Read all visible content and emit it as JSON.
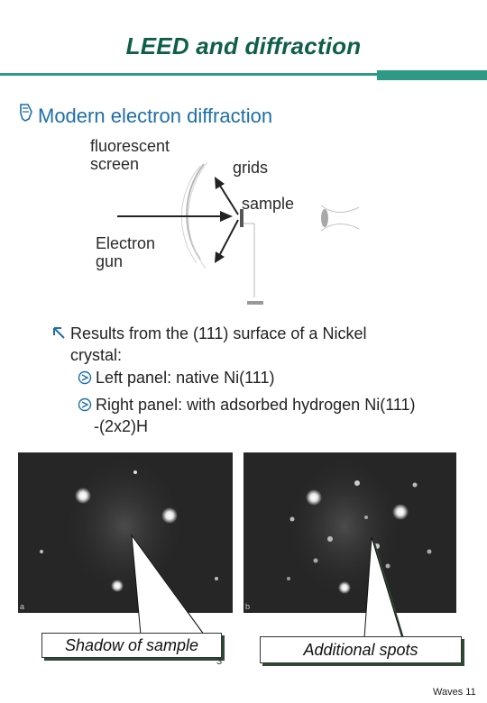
{
  "slide": {
    "title": "LEED and diffraction",
    "bullet": "Modern electron diffraction",
    "diagram_labels": {
      "screen_line1": "fluorescent",
      "screen_line2": "screen",
      "grids": "grids",
      "sample": "sample",
      "gun_line1": "Electron",
      "gun_line2": "gun"
    },
    "results_line1": "Results from the (111) surface of a Nickel",
    "results_line2": "crystal:",
    "sub1": "Left panel: native Ni(111)",
    "sub2": "Right panel: with adsorbed hydrogen Ni(111)",
    "sub2_cont": "-(2x2)H",
    "panel_label_a": "a",
    "panel_label_b": "b",
    "callout_shadow": "Shadow of sample",
    "callout_spots": "Additional spots",
    "page_number": "3",
    "footer": "Waves 11"
  },
  "colors": {
    "title": "#0f5f48",
    "rule": "#2e9a86",
    "bullet": "#1d6fa8",
    "callout_shadow": "#2e4a34"
  },
  "icons": {
    "bullet_icon": "pointing-hand-icon",
    "result_icon": "arrow-nw-icon",
    "sub_icon": "circle-arrow-icon"
  }
}
